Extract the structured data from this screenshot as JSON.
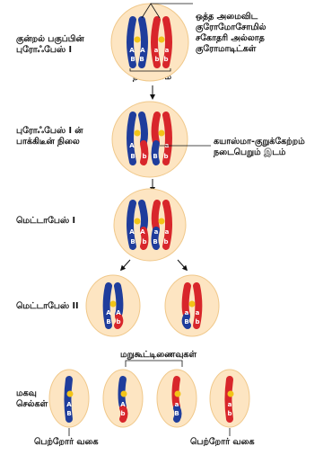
{
  "labels": {
    "prophase_line1": "குன்றல் பகுப்பின்",
    "prophase_line2": "புரோஃபேஸ் I",
    "crossing_line1": "புரோஃபேஸ் I ன்",
    "crossing_line2": "பாக்கிடீன் நிலை",
    "metaphase1": "மெட்டாபேஸ் I",
    "metaphase2": "மெட்டாபேஸ் II",
    "gametes_line1": "மகவு",
    "gametes_line2": "செல்கள்",
    "parental_left": "பெற்றோர் வகை",
    "parental_right": "பெற்றோர் வகை"
  },
  "annotations": {
    "homolog_line1": "ஒத்த அமைவிட",
    "homolog_line2": "குரோமோசோமில்",
    "homolog_line3": "சகோதரி அல்லாத",
    "homolog_line4": "குரோமாடிட்கள்",
    "tetrad": "நான்கமை",
    "chiasma_line1": "கயாஸ்மா-குறுக்கேற்றம்",
    "chiasma_line2": "நடைபெறும் இடம்",
    "recombinants": "மறுகூட்டிணைவுகள்"
  },
  "alleles": {
    "upper_dominant": "A",
    "lower_dominant": "B",
    "upper_recessive": "a",
    "lower_recessive": "b"
  },
  "colors": {
    "cell_fill": "#fde5c2",
    "cell_stroke": "#f0c88a",
    "paternal_blue": "#1f3d9c",
    "maternal_red": "#d8262b",
    "centromere": "#f2c418"
  }
}
